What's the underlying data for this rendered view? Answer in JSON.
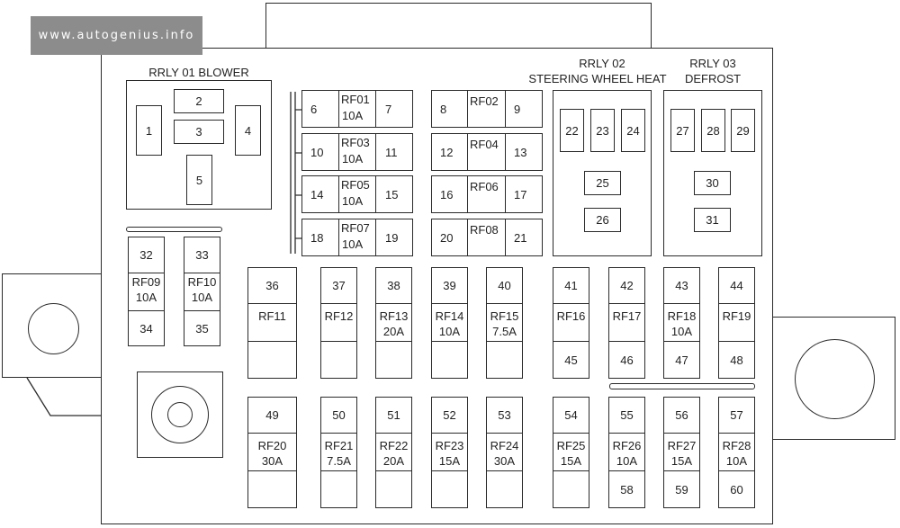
{
  "watermark": "www.autogenius.info",
  "relays": {
    "r01": "RRLY 01 BLOWER",
    "r02_l1": "RRLY 02",
    "r02_l2": "STEERING WHEEL HEAT",
    "r03_l1": "RRLY 03",
    "r03_l2": "DEFROST"
  },
  "blower_pins": [
    "1",
    "2",
    "3",
    "4",
    "5"
  ],
  "left_fuses": [
    {
      "pin_l": "6",
      "rf": "RF01",
      "amp": "10A",
      "pin_r": "7"
    },
    {
      "pin_l": "10",
      "rf": "RF03",
      "amp": "10A",
      "pin_r": "11"
    },
    {
      "pin_l": "14",
      "rf": "RF05",
      "amp": "10A",
      "pin_r": "15"
    },
    {
      "pin_l": "18",
      "rf": "RF07",
      "amp": "10A",
      "pin_r": "19"
    }
  ],
  "right_fuses": [
    {
      "pin_l": "8",
      "rf": "RF02",
      "pin_r": "9"
    },
    {
      "pin_l": "12",
      "rf": "RF04",
      "pin_r": "13"
    },
    {
      "pin_l": "16",
      "rf": "RF06",
      "pin_r": "17"
    },
    {
      "pin_l": "20",
      "rf": "RF08",
      "pin_r": "21"
    }
  ],
  "r02_pins": [
    "22",
    "23",
    "24",
    "25",
    "26"
  ],
  "r03_pins": [
    "27",
    "28",
    "29",
    "30",
    "31"
  ],
  "small_fuses": [
    {
      "top": "32",
      "rf": "RF09",
      "amp": "10A",
      "bottom": "34"
    },
    {
      "top": "33",
      "rf": "RF10",
      "amp": "10A",
      "bottom": "35"
    }
  ],
  "row1": [
    {
      "top": "36",
      "rf": "RF11",
      "amp": "",
      "bottom": ""
    },
    {
      "top": "37",
      "rf": "RF12",
      "amp": "",
      "bottom": ""
    },
    {
      "top": "38",
      "rf": "RF13",
      "amp": "20A",
      "bottom": ""
    },
    {
      "top": "39",
      "rf": "RF14",
      "amp": "10A",
      "bottom": ""
    },
    {
      "top": "40",
      "rf": "RF15",
      "amp": "7.5A",
      "bottom": ""
    },
    {
      "top": "41",
      "rf": "RF16",
      "amp": "",
      "bottom": "45"
    },
    {
      "top": "42",
      "rf": "RF17",
      "amp": "",
      "bottom": "46"
    },
    {
      "top": "43",
      "rf": "RF18",
      "amp": "10A",
      "bottom": "47"
    },
    {
      "top": "44",
      "rf": "RF19",
      "amp": "",
      "bottom": "48"
    }
  ],
  "row2": [
    {
      "top": "49",
      "rf": "RF20",
      "amp": "30A",
      "bottom": ""
    },
    {
      "top": "50",
      "rf": "RF21",
      "amp": "7.5A",
      "bottom": ""
    },
    {
      "top": "51",
      "rf": "RF22",
      "amp": "20A",
      "bottom": ""
    },
    {
      "top": "52",
      "rf": "RF23",
      "amp": "15A",
      "bottom": ""
    },
    {
      "top": "53",
      "rf": "RF24",
      "amp": "30A",
      "bottom": ""
    },
    {
      "top": "54",
      "rf": "RF25",
      "amp": "15A",
      "bottom": ""
    },
    {
      "top": "55",
      "rf": "RF26",
      "amp": "10A",
      "bottom": "58"
    },
    {
      "top": "56",
      "rf": "RF27",
      "amp": "15A",
      "bottom": "59"
    },
    {
      "top": "57",
      "rf": "RF28",
      "amp": "10A",
      "bottom": "60"
    }
  ]
}
